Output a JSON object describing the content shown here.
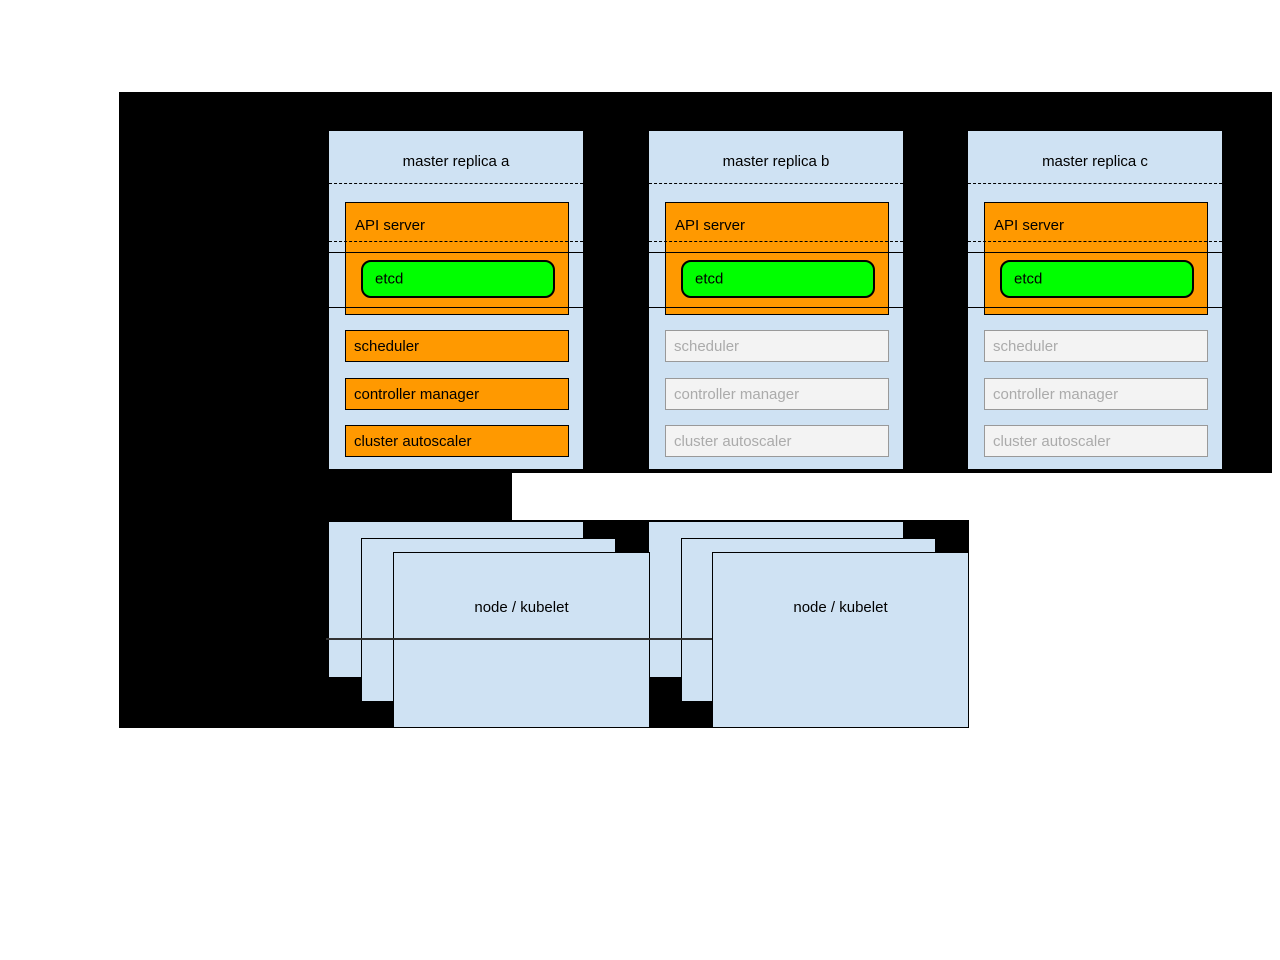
{
  "replicas": [
    {
      "title": "master replica a",
      "api_server_label": "API server",
      "etcd_label": "etcd",
      "components": [
        {
          "label": "scheduler",
          "state": "active"
        },
        {
          "label": "controller manager",
          "state": "active"
        },
        {
          "label": "cluster autoscaler",
          "state": "active"
        }
      ]
    },
    {
      "title": "master replica b",
      "api_server_label": "API server",
      "etcd_label": "etcd",
      "components": [
        {
          "label": "scheduler",
          "state": "inactive"
        },
        {
          "label": "controller manager",
          "state": "inactive"
        },
        {
          "label": "cluster autoscaler",
          "state": "inactive"
        }
      ]
    },
    {
      "title": "master replica c",
      "api_server_label": "API server",
      "etcd_label": "etcd",
      "components": [
        {
          "label": "scheduler",
          "state": "inactive"
        },
        {
          "label": "controller manager",
          "state": "inactive"
        },
        {
          "label": "cluster autoscaler",
          "state": "inactive"
        }
      ]
    }
  ],
  "nodes": [
    {
      "label": "node / kubelet"
    },
    {
      "label": "node / kubelet"
    }
  ],
  "colors": {
    "background": "#000000",
    "panel_blue": "#cfe2f3",
    "active_orange": "#ff9900",
    "etcd_green": "#00ff00",
    "inactive_fill": "#f3f3f3",
    "inactive_border": "#999999",
    "inactive_text": "#ababab"
  }
}
